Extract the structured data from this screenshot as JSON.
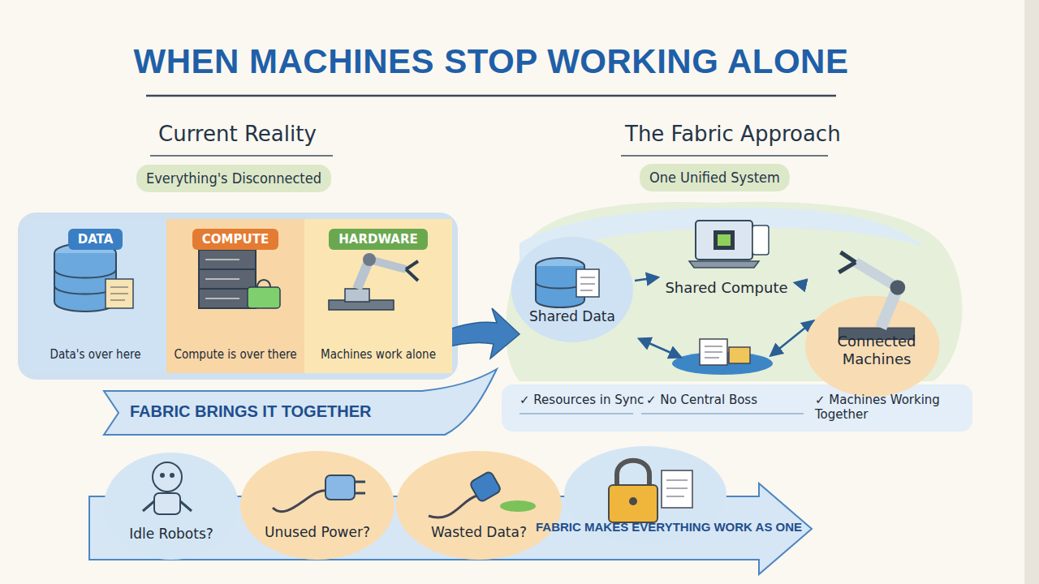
{
  "diagram": {
    "title": "WHEN MACHINES STOP WORKING ALONE",
    "nodes": [
      {
        "text": [
          "DATA",
          "Data's over here"
        ]
      },
      {
        "text": [
          "COMPUTE",
          "Compute is over there"
        ]
      },
      {
        "text": [
          "HARDWARE",
          "Machines work alone"
        ]
      },
      {
        "text": [
          "Shared Data"
        ]
      },
      {
        "text": [
          "Shared Compute"
        ]
      },
      {
        "text": [
          "Connected Machines"
        ]
      },
      {
        "text": [
          "Idle Robots?"
        ]
      },
      {
        "text": [
          "Unused Power?"
        ]
      },
      {
        "text": [
          "Wasted Data?"
        ]
      }
    ],
    "edges": [
      {
        "from": 3,
        "to": 4,
        "arrow": "to"
      },
      {
        "from": 5,
        "to": 4,
        "arrow": "to"
      }
    ],
    "labels": [
      "Current Reality",
      "Everything's Disconnected",
      "The Fabric Approach",
      "One Unified System",
      "✓ Resources in Sync",
      "✓ No Central Boss",
      "✓ Machines Working Together",
      "FABRIC BRINGS IT TOGETHER",
      "FABRIC MAKES EVERYTHING WORK AS ONE"
    ]
  }
}
